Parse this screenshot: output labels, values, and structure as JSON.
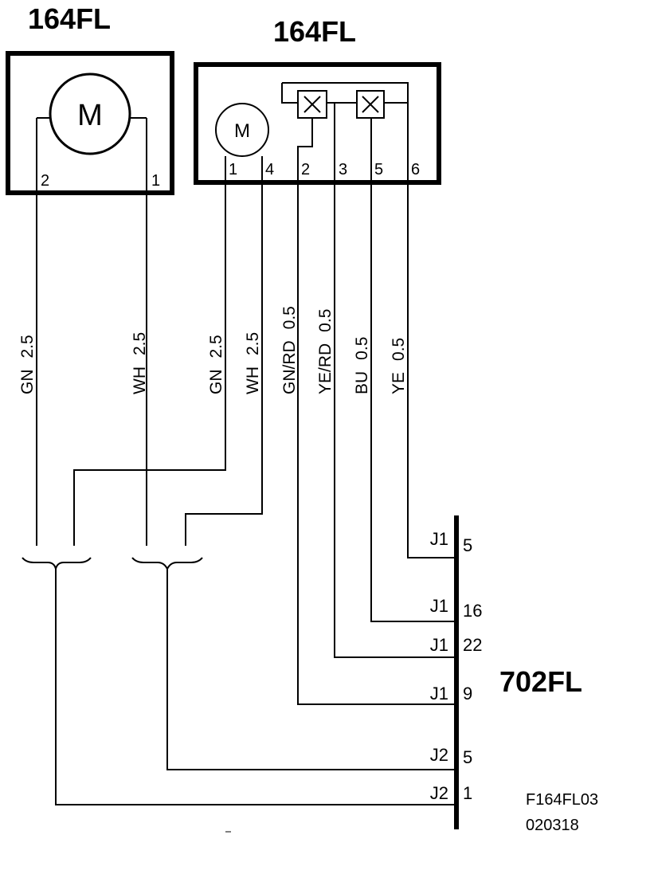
{
  "components": {
    "motor_left": {
      "label": "164FL",
      "symbol": "M",
      "pins": [
        "2",
        "1"
      ]
    },
    "module_right": {
      "label": "164FL",
      "symbol": "M",
      "pins": [
        "1",
        "4",
        "2",
        "3",
        "5",
        "6"
      ]
    },
    "connector": {
      "label": "702FL"
    }
  },
  "wires": [
    {
      "color_code": "GN",
      "size": "2.5"
    },
    {
      "color_code": "WH",
      "size": "2.5"
    },
    {
      "color_code": "GN",
      "size": "2.5"
    },
    {
      "color_code": "WH",
      "size": "2.5"
    },
    {
      "color_code": "GN/RD",
      "size": "0.5"
    },
    {
      "color_code": "YE/RD",
      "size": "0.5"
    },
    {
      "color_code": "BU",
      "size": "0.5"
    },
    {
      "color_code": "YE",
      "size": "0.5"
    }
  ],
  "terminals": [
    {
      "connector": "J1",
      "pin": "5"
    },
    {
      "connector": "J1",
      "pin": "16"
    },
    {
      "connector": "J1",
      "pin": "22"
    },
    {
      "connector": "J1",
      "pin": "9"
    },
    {
      "connector": "J2",
      "pin": "5"
    },
    {
      "connector": "J2",
      "pin": "1"
    }
  ],
  "figure_id": "F164FL03",
  "figure_date": "020318"
}
